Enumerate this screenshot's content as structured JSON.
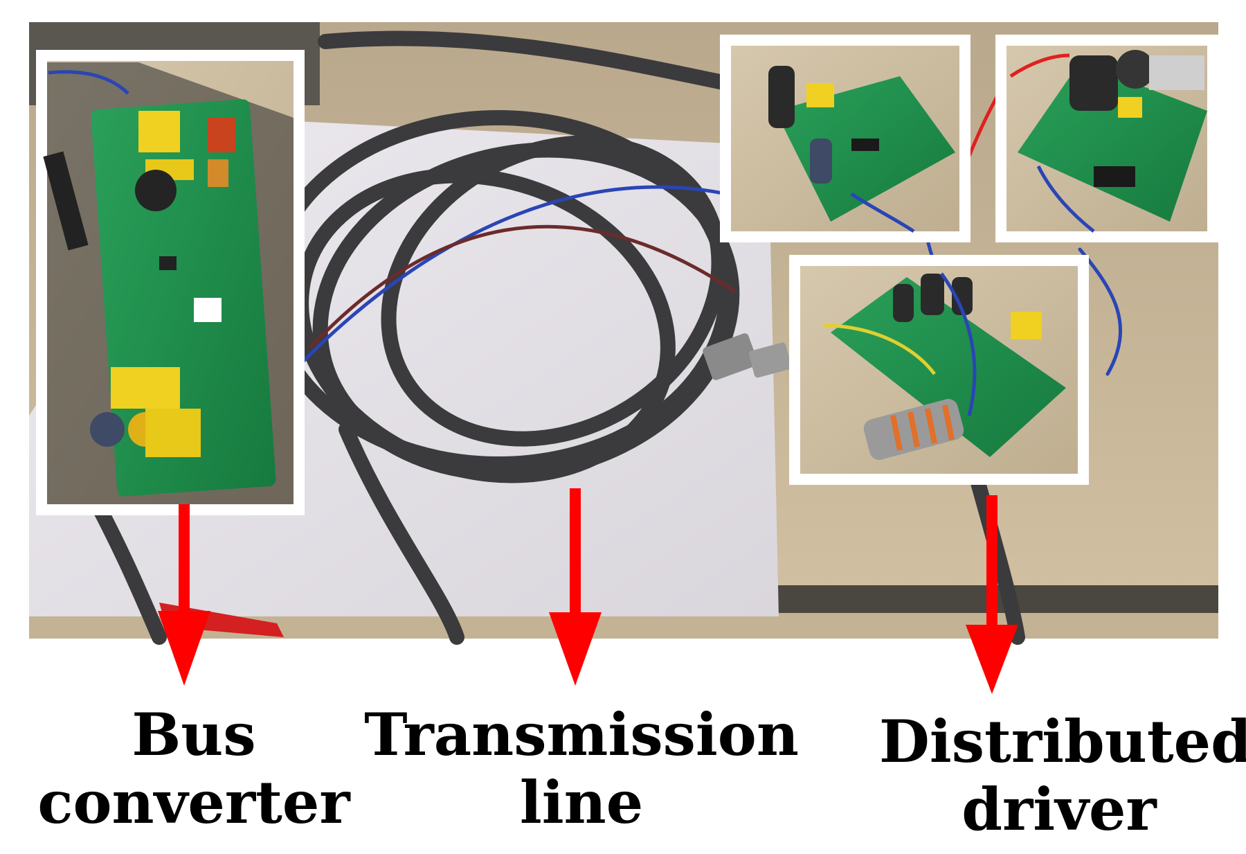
{
  "image": {
    "description_colors": {
      "background": "#ffffff",
      "table": "#c9b79a",
      "foam": "#e3e1e6",
      "pcb": "#1f8a4c",
      "frame": "#ffffff",
      "arrow": "#ff0000",
      "cable": "#3a3a3a"
    }
  },
  "labels": {
    "bus_converter": {
      "line1": "Bus",
      "line2": "converter"
    },
    "transmission_line": {
      "line1": "Transmission",
      "line2": "line"
    },
    "distributed_driver": {
      "line1": "Distributed",
      "line2": "driver"
    }
  }
}
